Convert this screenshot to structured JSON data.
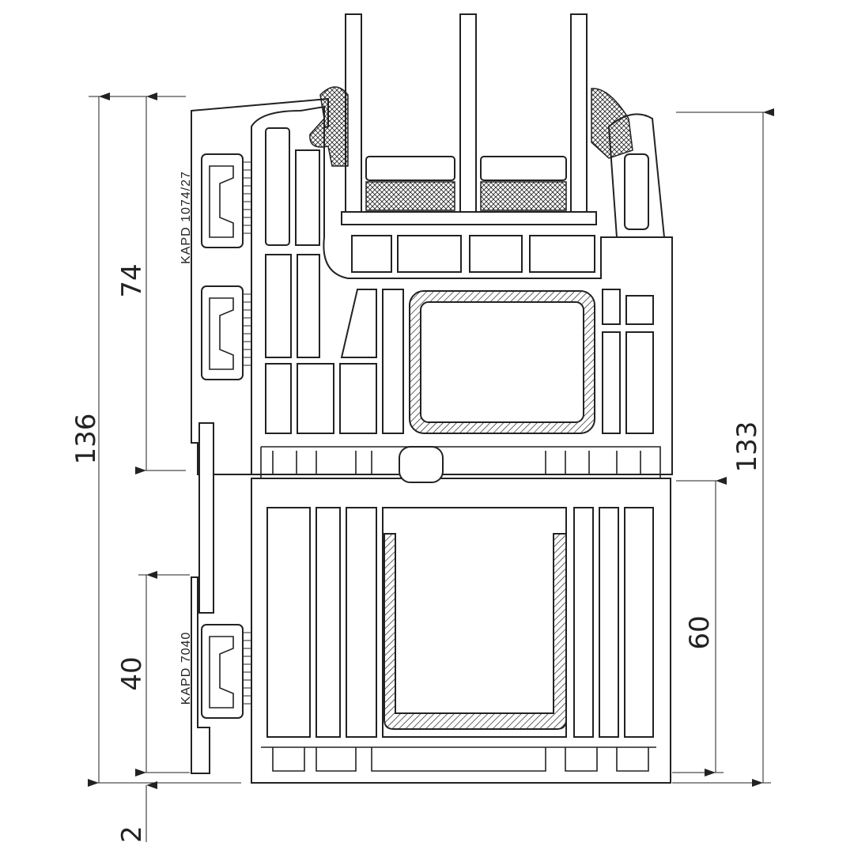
{
  "dimensions": {
    "total_height_left": "136",
    "upper_gasket_span": "74",
    "lower_gasket_span": "40",
    "bottom_offset": "2",
    "total_height_right": "133",
    "frame_height": "60"
  },
  "labels": {
    "upper_gasket": "KAPD 1074/27",
    "lower_gasket": "KAPD 7040"
  },
  "colors": {
    "line": "#222222",
    "background": "#ffffff"
  }
}
